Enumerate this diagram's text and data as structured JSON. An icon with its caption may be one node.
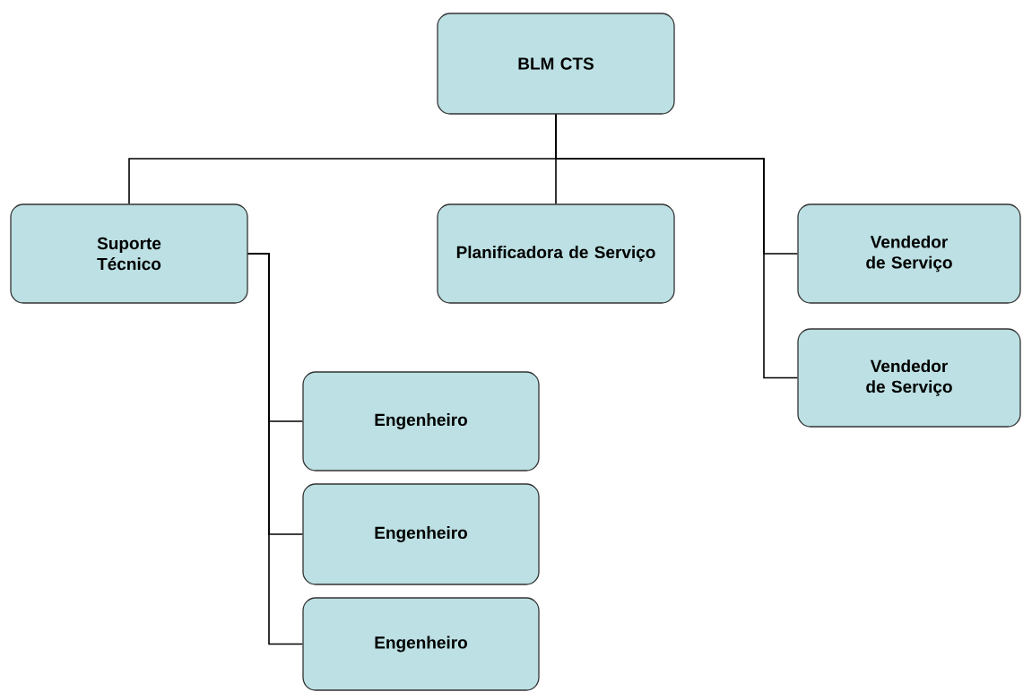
{
  "diagram": {
    "nodes": [
      {
        "text": [
          "BLM CTS"
        ]
      },
      {
        "text": [
          "Suporte Técnico"
        ]
      },
      {
        "text": [
          "Planificadora de Serviço"
        ]
      },
      {
        "text": [
          "Vendedor de Serviço"
        ]
      },
      {
        "text": [
          "Vendedor de Serviço"
        ]
      },
      {
        "text": [
          "Engenheiro"
        ]
      },
      {
        "text": [
          "Engenheiro"
        ]
      },
      {
        "text": [
          "Engenheiro"
        ]
      }
    ],
    "edges": [
      {
        "from": 0,
        "to": 1,
        "arrow": "none"
      },
      {
        "from": 0,
        "to": 2,
        "arrow": "none"
      },
      {
        "from": 0,
        "to": 3,
        "arrow": "none"
      },
      {
        "from": 0,
        "to": 4,
        "arrow": "none"
      },
      {
        "from": 1,
        "to": 5,
        "arrow": "none"
      },
      {
        "from": 1,
        "to": 6,
        "arrow": "none"
      },
      {
        "from": 1,
        "to": 7,
        "arrow": "none"
      }
    ]
  }
}
